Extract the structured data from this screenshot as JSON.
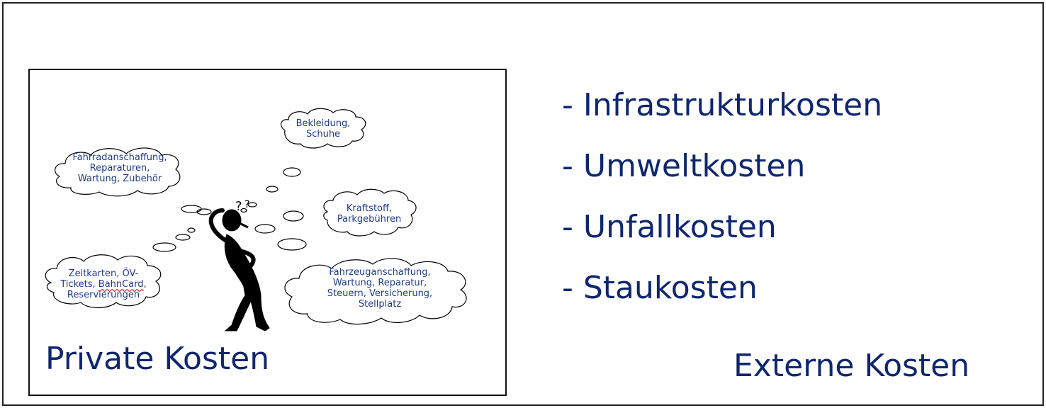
{
  "private": {
    "title": "Private Kosten",
    "clouds": {
      "clothing_line1": "Bekleidung,",
      "clothing_line2": "Schuhe",
      "bicycle_line1": "Fahrradanschaffung,",
      "bicycle_line2": "Reparaturen,",
      "bicycle_line3": "Wartung, Zubehör",
      "fuel_line1": "Kraftstoff,",
      "fuel_line2": "Parkgebühren",
      "transit_line1": "Zeitkarten, ÖV-",
      "transit_line2a": "Tickets, ",
      "transit_line2b": "BahnCard",
      "transit_line2c": ",",
      "transit_line3": "Reservierungen",
      "vehicle_line1": "Fahrzeuganschaffung,",
      "vehicle_line2": "Wartung, Reparatur,",
      "vehicle_line3": "Steuern, Versicherung,",
      "vehicle_line4": "Stellplatz"
    },
    "figure_icon": "thinking-stick-figure-icon",
    "thought_marks": "?? "
  },
  "external": {
    "title": "Externe Kosten",
    "items": [
      "- Infrastrukturkosten",
      "- Umweltkosten",
      "- Unfallkosten",
      "- Staukosten"
    ]
  }
}
